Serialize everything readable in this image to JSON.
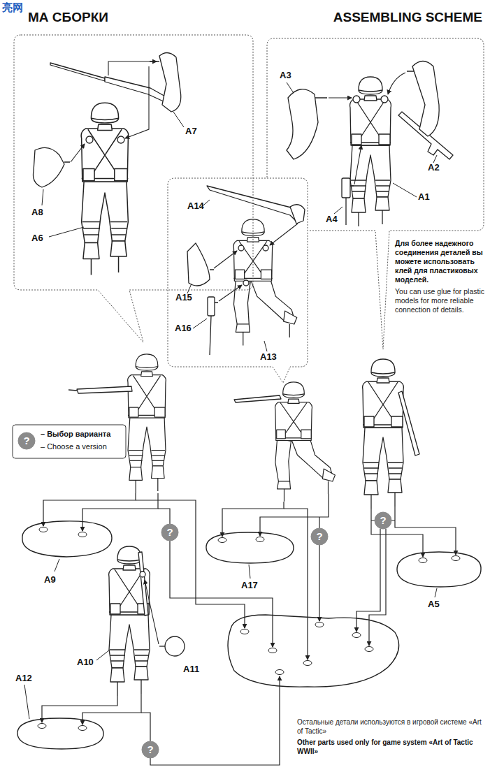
{
  "diagram": {
    "title": "ASSEMBLING SCHEME",
    "nodes": [
      {
        "text": [
          "A7",
          "A8",
          "A6"
        ]
      },
      {
        "text": [
          "A3",
          "A2",
          "A1",
          "A4"
        ]
      },
      {
        "text": [
          "A14",
          "A15",
          "A16",
          "A13"
        ]
      }
    ],
    "labels": [
      "亮",
      "网",
      "МА СБОРКИ",
      "?",
      "Для более надежного соединения деталей вы можете использовать клей для пластиковых моделей.",
      "You can use glue for plastic models for more reliable connection of details.",
      "A9",
      "?",
      "A17",
      "?",
      "?",
      "A5",
      "A10",
      "A11",
      "A12",
      "?",
      "Остальные детали используются в игровой системе «Art of Tactic»",
      "Other parts used only for game system «Art of Tactic WWII»"
    ],
    "legend": [
      {
        "text": "– Выбор варианта"
      },
      {
        "text": "– Choose a version"
      }
    ]
  }
}
